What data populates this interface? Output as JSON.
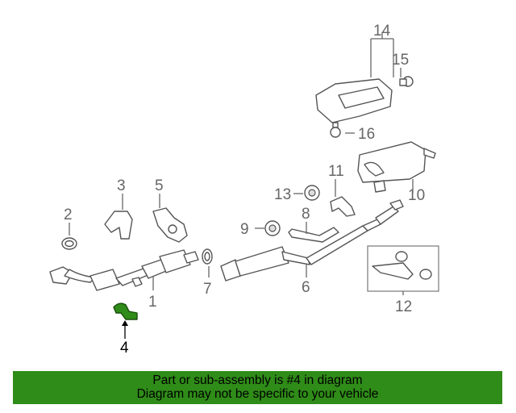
{
  "diagram": {
    "callouts": [
      "1",
      "2",
      "3",
      "4",
      "5",
      "6",
      "7",
      "8",
      "9",
      "10",
      "11",
      "12",
      "13",
      "14",
      "15",
      "16"
    ],
    "highlighted_part": "4",
    "colors": {
      "highlight": "#2f8c18",
      "line": "#666666",
      "banner": "#2f8c18"
    }
  },
  "banner": {
    "line1": "Part or sub-assembly is #4 in diagram",
    "line2": "Diagram may not be specific to your vehicle"
  }
}
